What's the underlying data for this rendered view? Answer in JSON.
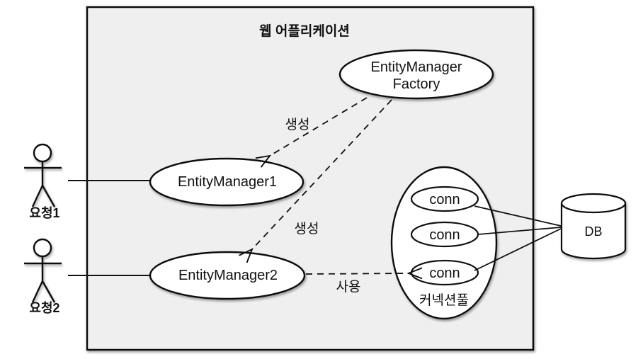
{
  "colors": {
    "stroke": "#111111",
    "boundary-fill": "#efefef",
    "node-fill": "#ffffff",
    "page-bg": "#ffffff"
  },
  "boundary": {
    "title": "웹 어플리케이션"
  },
  "actors": [
    {
      "label": "요청1"
    },
    {
      "label": "요청2"
    }
  ],
  "nodes": {
    "factory": {
      "line1": "EntityManager",
      "line2": "Factory"
    },
    "em1": "EntityManager1",
    "em2": "EntityManager2",
    "conn1": "conn",
    "conn2": "conn",
    "conn3": "conn",
    "pool": "커넥션풀",
    "db": "DB"
  },
  "edges": {
    "create1": "생성",
    "create2": "생성",
    "use": "사용"
  }
}
